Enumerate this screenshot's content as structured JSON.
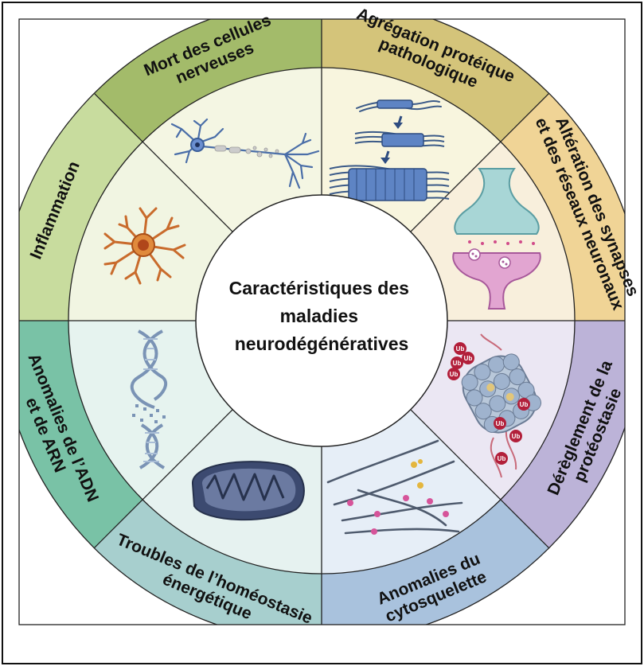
{
  "center": {
    "lines": [
      "Caractéristiques des",
      "maladies",
      "neurodégénératives"
    ]
  },
  "segments": [
    {
      "key": "mort",
      "lines": [
        "Mort des cellules",
        "nerveuses"
      ],
      "outer_color": "#a3bb6a",
      "inner_color": "#f4f6e3",
      "icon": "neuron-icon"
    },
    {
      "key": "agregation",
      "lines": [
        "Agrégation protéique",
        "pathologique"
      ],
      "outer_color": "#d4c47a",
      "inner_color": "#f8f5de",
      "icon": "protein-aggregation-icon"
    },
    {
      "key": "synapses",
      "lines": [
        "Altération des synapses",
        "et des réseaux neuronaux"
      ],
      "outer_color": "#f0d496",
      "inner_color": "#f8efdc",
      "icon": "synapse-icon"
    },
    {
      "key": "proteostase",
      "lines": [
        "Dérèglement de la",
        "protéostasie"
      ],
      "outer_color": "#bcb3d8",
      "inner_color": "#ebe7f3",
      "icon": "proteasome-icon"
    },
    {
      "key": "cytosquelette",
      "lines": [
        "Anomalies du",
        "cytosquelette"
      ],
      "outer_color": "#a9c2dd",
      "inner_color": "#e6eef7",
      "icon": "cytoskeleton-icon"
    },
    {
      "key": "homeostasie",
      "lines": [
        "Troubles de l’homéostasie",
        "énergétique"
      ],
      "outer_color": "#a7cfce",
      "inner_color": "#e6f2f0",
      "icon": "mitochondria-icon"
    },
    {
      "key": "adn",
      "lines": [
        "Anomalies de l’ADN",
        "et de ARN"
      ],
      "outer_color": "#79c2a6",
      "inner_color": "#e6f3ef",
      "icon": "dna-icon"
    },
    {
      "key": "inflammation",
      "lines": [
        "Inflammation"
      ],
      "outer_color": "#c8dc9e",
      "inner_color": "#f1f5e2",
      "icon": "microglia-icon"
    }
  ],
  "badges": {
    "ubiquitin": "Ub"
  }
}
